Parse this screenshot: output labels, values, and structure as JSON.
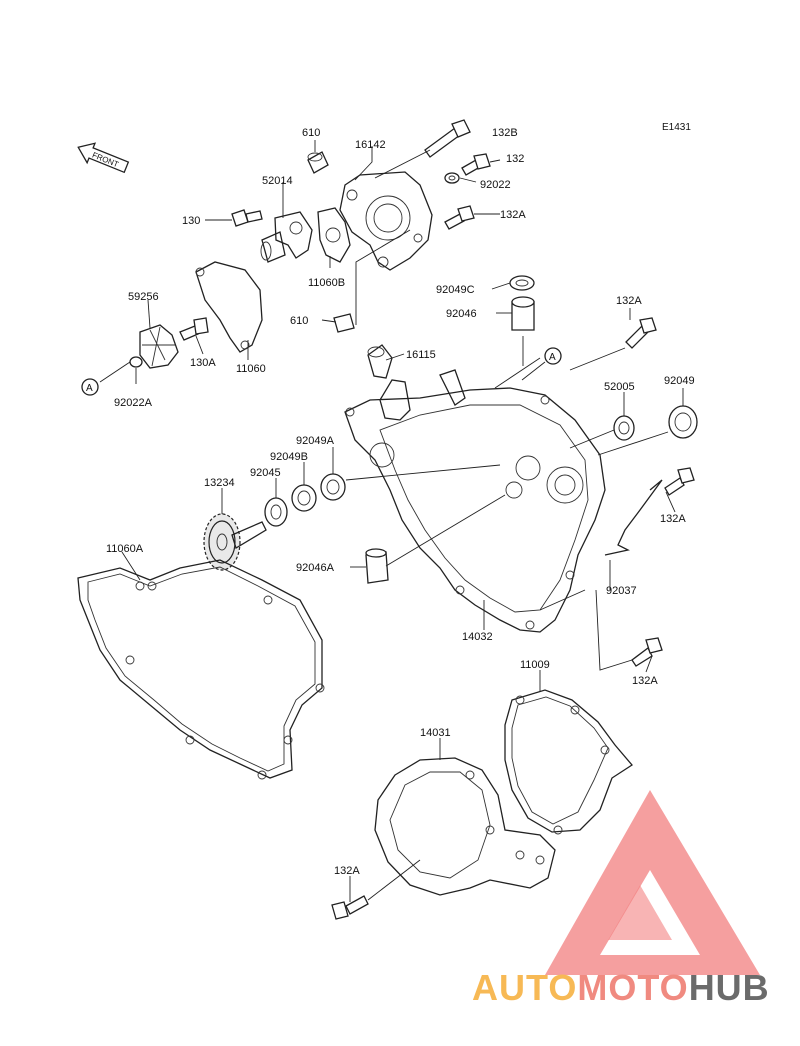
{
  "diagram": {
    "code": "E1431",
    "front_label": "FRONT",
    "ref_marker": "A",
    "parts": [
      {
        "id": "p610a",
        "label": "610"
      },
      {
        "id": "p16142",
        "label": "16142"
      },
      {
        "id": "p132B",
        "label": "132B"
      },
      {
        "id": "p132",
        "label": "132"
      },
      {
        "id": "p92022",
        "label": "92022"
      },
      {
        "id": "p132A1",
        "label": "132A"
      },
      {
        "id": "p52014",
        "label": "52014"
      },
      {
        "id": "p130",
        "label": "130"
      },
      {
        "id": "p11060B",
        "label": "11060B"
      },
      {
        "id": "p610b",
        "label": "610"
      },
      {
        "id": "p59256",
        "label": "59256"
      },
      {
        "id": "p130A",
        "label": "130A"
      },
      {
        "id": "p11060",
        "label": "11060"
      },
      {
        "id": "p92022A",
        "label": "92022A"
      },
      {
        "id": "p92049C",
        "label": "92049C"
      },
      {
        "id": "p92046",
        "label": "92046"
      },
      {
        "id": "p132A2",
        "label": "132A"
      },
      {
        "id": "p16115",
        "label": "16115"
      },
      {
        "id": "p52005",
        "label": "52005"
      },
      {
        "id": "p92049",
        "label": "92049"
      },
      {
        "id": "p92049A",
        "label": "92049A"
      },
      {
        "id": "p92049B",
        "label": "92049B"
      },
      {
        "id": "p92045",
        "label": "92045"
      },
      {
        "id": "p13234",
        "label": "13234"
      },
      {
        "id": "p132A3",
        "label": "132A"
      },
      {
        "id": "p11060A",
        "label": "11060A"
      },
      {
        "id": "p92046A",
        "label": "92046A"
      },
      {
        "id": "p92037",
        "label": "92037"
      },
      {
        "id": "p14032",
        "label": "14032"
      },
      {
        "id": "p132A4",
        "label": "132A"
      },
      {
        "id": "p11009",
        "label": "11009"
      },
      {
        "id": "p14031",
        "label": "14031"
      },
      {
        "id": "p132A5",
        "label": "132A"
      }
    ]
  },
  "watermark": {
    "part1": "AUTO",
    "part2": "MOTO",
    "part3": "HUB",
    "color1": "#f7b955",
    "color2": "#f08a80",
    "color3": "#6b6b6b",
    "triangle_color": "#f06a6a"
  }
}
